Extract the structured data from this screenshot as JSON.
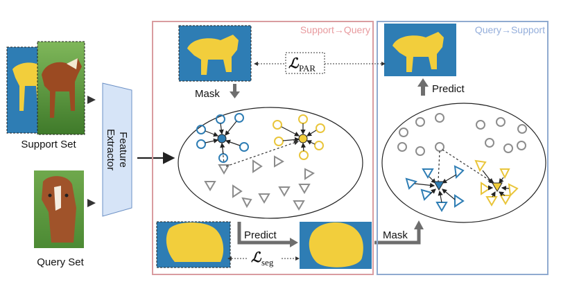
{
  "left": {
    "support_label": "Support Set",
    "query_label": "Query Set"
  },
  "extractor": {
    "line1": "Feature",
    "line2": "Extractor"
  },
  "support_query_panel": {
    "title": "Support→Query",
    "mask_label": "Mask",
    "predict_label": "Predict",
    "loss_seg_symbol": "ℒ",
    "loss_seg_sub": "seg"
  },
  "query_support_panel": {
    "title": "Query→Support",
    "predict_label": "Predict",
    "mask_label": "Mask"
  },
  "loss_par": {
    "symbol": "ℒ",
    "sub": "PAR"
  },
  "colors": {
    "mask_blue": "#2E7DB4",
    "mask_yellow": "#F2CE3C",
    "support_panel_border": "#D99CA0",
    "query_panel_border": "#8FAAD0",
    "extractor_fill": "#D6E4F7",
    "arrow_gray": "#6E6E6E",
    "proto_gray": "#8C8C8C",
    "support_title": "#E89A9E",
    "query_title": "#94AEDB"
  }
}
